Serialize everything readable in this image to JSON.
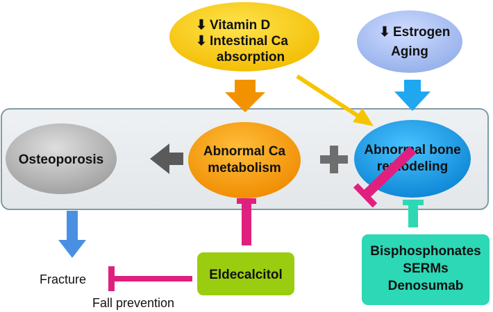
{
  "vitamin_box": {
    "line1_arrow": "⬇",
    "line1": "Vitamin D",
    "line2_arrow": "⬇",
    "line2": "Intestinal Ca",
    "line3": "absorption"
  },
  "estrogen_box": {
    "line1_arrow": "⬇",
    "line1": "Estrogen",
    "line2": "Aging"
  },
  "osteoporosis": {
    "label": "Osteoporosis"
  },
  "ca_metabolism": {
    "line1": "Abnormal Ca",
    "line2": "metabolism"
  },
  "plus_sign": "+",
  "bone_remodeling": {
    "line1": "Abnormal bone",
    "line2": "remodeling"
  },
  "eldecalcitol": {
    "label": "Eldecalcitol"
  },
  "drugs_box": {
    "line1": "Bisphosphonates",
    "line2": "SERMs",
    "line3": "Denosumab"
  },
  "fracture": "Fracture",
  "fall_prevention": "Fall prevention",
  "colors": {
    "vitamin": "#f7c400",
    "estrogen": "#a9bff0",
    "osteoporosis": "#b8b8b8",
    "ca_metabolism": "#f59a00",
    "bone_remodeling": "#1a9ee8",
    "eldecalcitol": "#96cc00",
    "drugs": "#2ed8b4",
    "inhibit": "#e0207e",
    "fracture_arrow": "#4a90e2"
  }
}
